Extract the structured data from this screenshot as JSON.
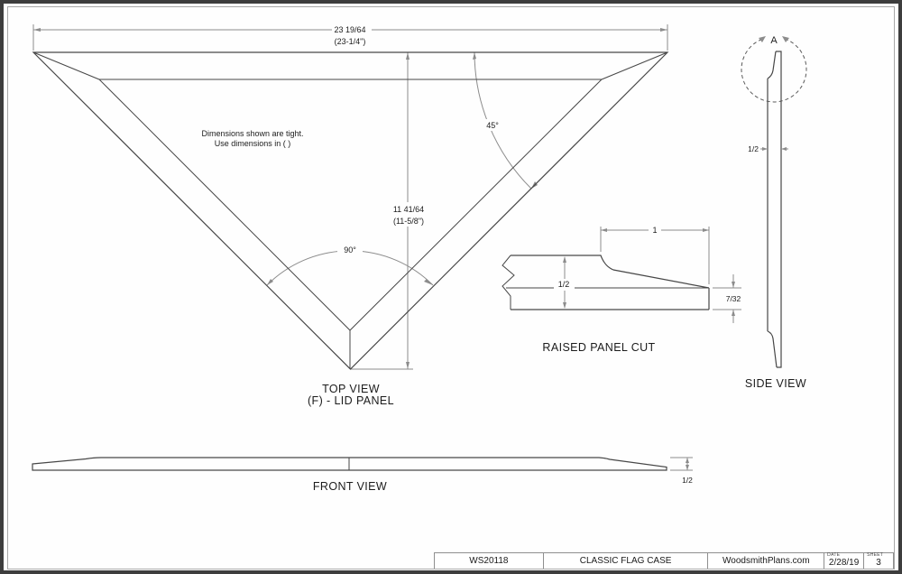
{
  "colors": {
    "background": "#fefefe",
    "border_dark": "#3d3d3d",
    "border_inner": "#a8a8a8",
    "line_geometry": "#474747",
    "line_dimension": "#8c8c8c",
    "text": "#1c1c1c"
  },
  "top_view": {
    "width_dim": "23 19/64",
    "width_dim_alt": "(23-1/4\")",
    "height_dim": "11 41/64",
    "height_dim_alt": "(11-5/8\")",
    "miter_angle": "45°",
    "point_angle": "90°",
    "note_line1": "Dimensions shown are tight.",
    "note_line2": "Use dimensions in ( )",
    "label": "TOP VIEW",
    "sublabel": "(F) - LID PANEL"
  },
  "raised_panel_cut": {
    "label": "RAISED PANEL CUT",
    "bevel_width_dim": "1",
    "thickness_dim": "1/2",
    "edge_thickness_dim": "7/32"
  },
  "side_view": {
    "label": "SIDE VIEW",
    "detail_marker": "A",
    "thickness_dim": "1/2"
  },
  "front_view": {
    "label": "FRONT VIEW",
    "thickness_dim": "1/2"
  },
  "title_block": {
    "plan_number": "WS20118",
    "plan_title": "CLASSIC FLAG CASE",
    "website": "WoodsmithPlans.com",
    "date_label": "DATE",
    "date_value": "2/28/19",
    "sheet_label": "SHEET",
    "sheet_value": "3"
  }
}
